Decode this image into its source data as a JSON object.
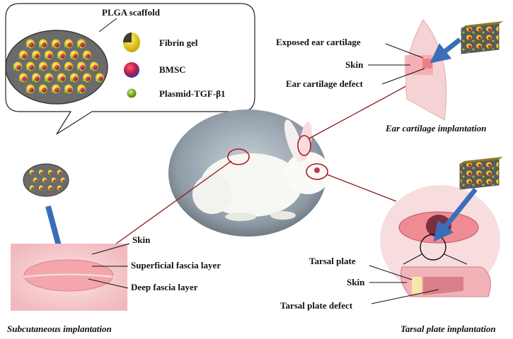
{
  "legend": {
    "title": "PLGA scaffold",
    "items": [
      {
        "icon": "fibrin-gel-icon",
        "label": "Fibrin gel"
      },
      {
        "icon": "bmsc-icon",
        "label": "BMSC"
      },
      {
        "icon": "plasmid-icon",
        "label": "Plasmid-TGF-β1"
      }
    ]
  },
  "ear": {
    "labels": [
      "Exposed ear cartilage",
      "Skin",
      "Ear cartilage defect"
    ],
    "caption": "Ear cartilage implantation"
  },
  "subcutaneous": {
    "labels": [
      "Skin",
      "Superficial fascia layer",
      "Deep fascia layer"
    ],
    "caption": "Subcutaneous implantation"
  },
  "tarsal": {
    "labels": [
      "Tarsal plate",
      "Skin",
      "Tarsal plate defect"
    ],
    "caption": "Tarsal plate implantation"
  },
  "colors": {
    "scaffold_body": "#6b6b6b",
    "fibrin": "#e8d21a",
    "bmsc_red": "#d42a4a",
    "bmsc_blue": "#3a4fb0",
    "plasmid": "#7fb02a",
    "arrow": "#3a6fb8",
    "connector": "#8b1a1a",
    "skin": "#f6c7c9",
    "tarsal": "#f5e8a8"
  }
}
